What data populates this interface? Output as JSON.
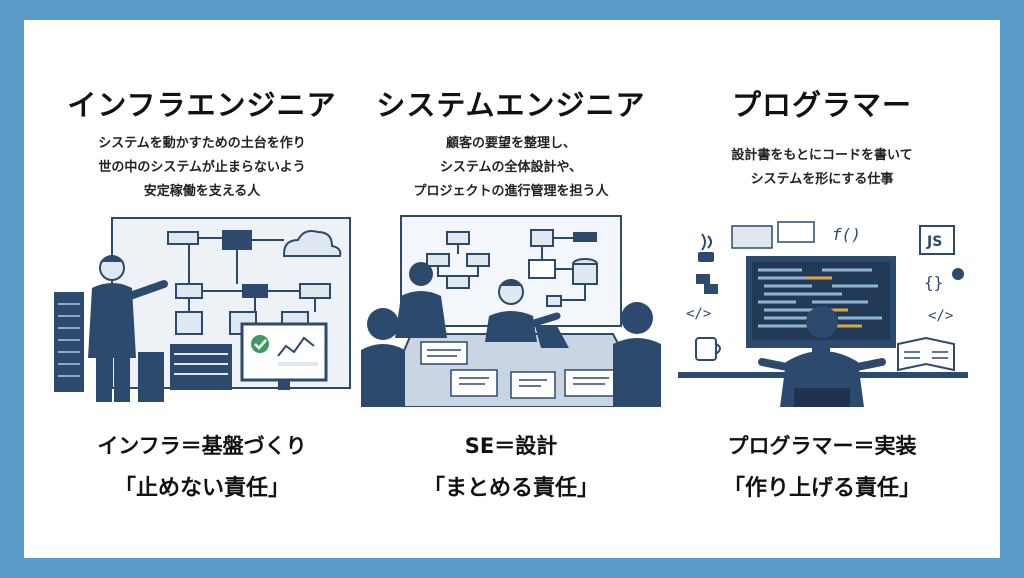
{
  "columns": [
    {
      "title": "インフラエンジニア",
      "desc": [
        "システムを動かすための土台を作り",
        "世の中のシステムが止まらないよう",
        "安定稼働を支える人"
      ],
      "tag": "インフラ＝基盤づくり",
      "responsibility": "「止めない責任」"
    },
    {
      "title": "システムエンジニア",
      "desc": [
        "顧客の要望を整理し、",
        "システムの全体設計や、",
        "プロジェクトの進行管理を担う人"
      ],
      "tag": "SE＝設計",
      "responsibility": "「まとめる責任」"
    },
    {
      "title": "プログラマー",
      "desc": [
        "設計書をもとにコードを書いて",
        "システムを形にする仕事"
      ],
      "tag": "プログラマー＝実装",
      "responsibility": "「作り上げる責任」"
    }
  ],
  "illustration_labels": {
    "js_badge": "JS",
    "braces": "{}",
    "code_tag": "</>",
    "func": "f()"
  },
  "colors": {
    "frame": "#5b9bc9",
    "navy": "#2c4a6e",
    "light": "#dfe7f0",
    "check": "#3c9a5f"
  }
}
